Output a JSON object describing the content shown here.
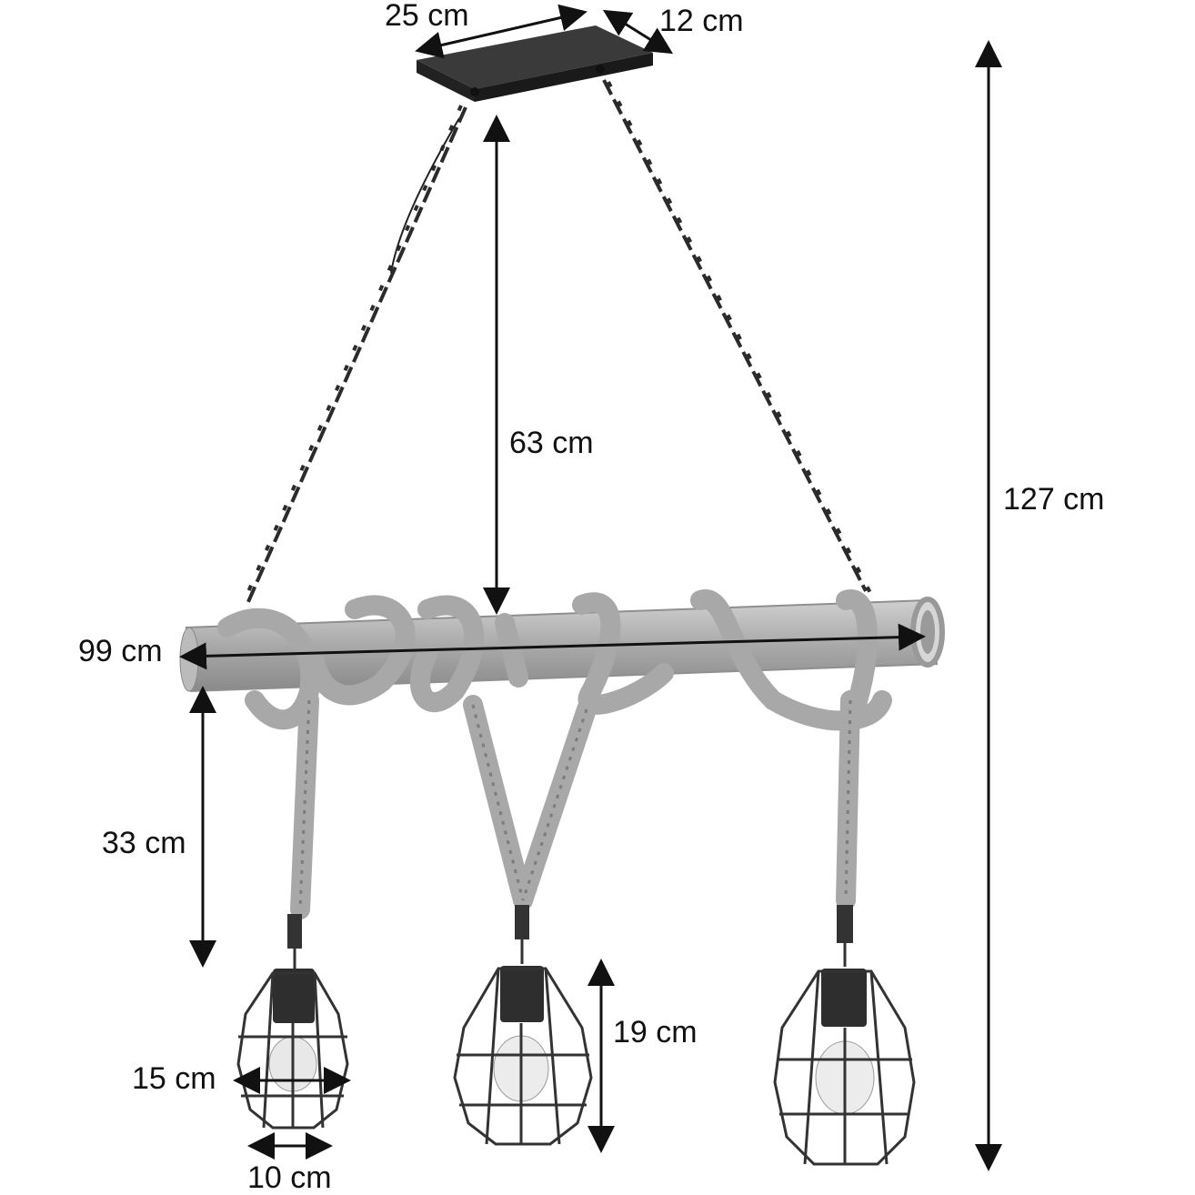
{
  "dimensions": {
    "canopy_length": "25 cm",
    "canopy_depth": "12 cm",
    "chain_drop": "63 cm",
    "total_height": "127 cm",
    "beam_length": "99 cm",
    "rope_drop": "33 cm",
    "shade_width": "15 cm",
    "shade_base": "10 cm",
    "shade_height": "19 cm"
  }
}
